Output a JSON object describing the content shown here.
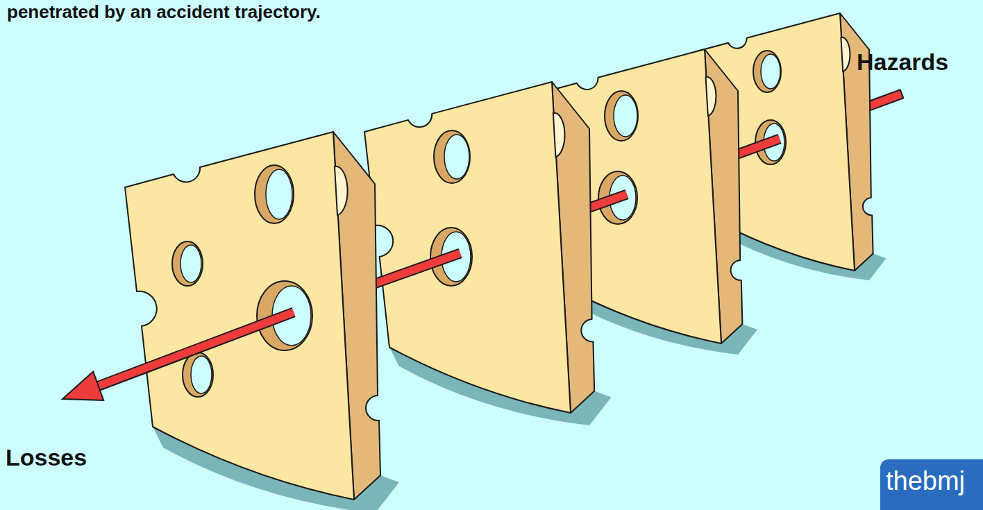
{
  "diagram": {
    "title": "penetrated by an accident trajectory.",
    "labels": [
      "Hazards",
      "Losses",
      "thebmj"
    ]
  }
}
